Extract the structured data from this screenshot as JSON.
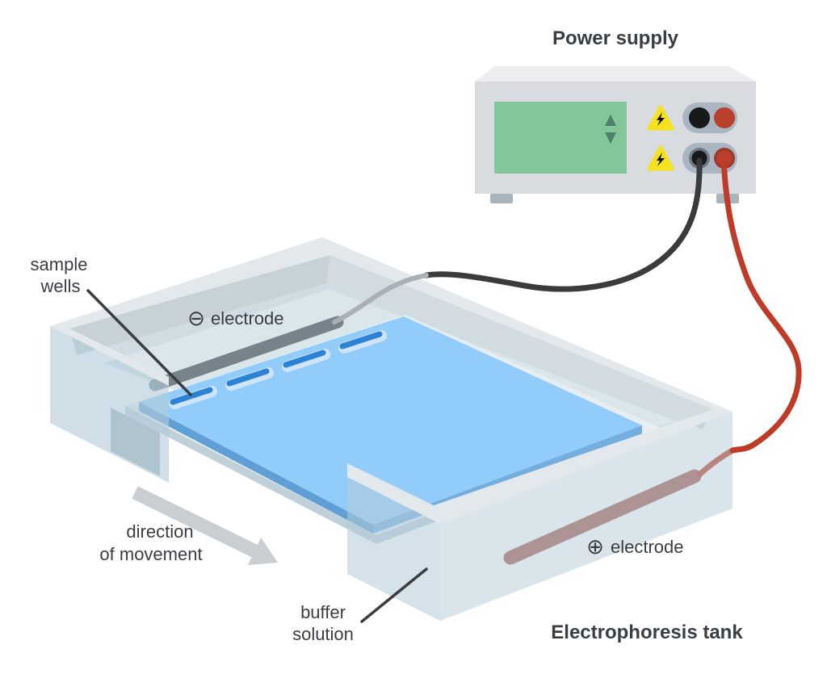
{
  "titles": {
    "power_supply": "Power supply",
    "tank": "Electrophoresis tank"
  },
  "labels": {
    "sample_wells": {
      "line1": "sample",
      "line2": "wells"
    },
    "negative_electrode": {
      "symbol": "⊖",
      "text": "electrode"
    },
    "positive_electrode": {
      "symbol": "⊕",
      "text": "electrode"
    },
    "direction": {
      "line1": "direction",
      "line2": "of movement"
    },
    "buffer": {
      "line1": "buffer",
      "line2": "solution"
    }
  },
  "power_supply": {
    "display": {
      "type": "green-lcd",
      "up_arrow_icon": "▲",
      "down_arrow_icon": "▼"
    },
    "warning_icon": "⚡ high-voltage",
    "warning_count": 2,
    "jacks": [
      {
        "row": "top",
        "left": "black",
        "right": "red",
        "connected": false
      },
      {
        "row": "bottom",
        "left": "black",
        "right": "red",
        "connected": true
      }
    ]
  },
  "tank": {
    "sample_well_count": 4,
    "electrodes": [
      {
        "polarity": "negative",
        "color_name": "gray",
        "position": "back-left"
      },
      {
        "polarity": "positive",
        "color_name": "red",
        "position": "front-right"
      }
    ],
    "wires": [
      {
        "color_name": "black",
        "from": "black-jack",
        "to": "negative-electrode"
      },
      {
        "color_name": "red",
        "from": "red-jack",
        "to": "positive-electrode"
      }
    ]
  },
  "colors": {
    "background": "#ffffff",
    "label_text": "#3a3e43",
    "ps_body": "#d8dce0",
    "ps_top": "#eceef0",
    "ps_feet": "#a9b3bc",
    "screen_green": "#84c69b",
    "screen_arrow": "#4e8066",
    "warning_yellow": "#f6e11d",
    "jack_plate": "#a9b5c0",
    "jack_ring": "#6f7a85",
    "jack_red_ring": "#9c3b2a",
    "jack_black": "#17191b",
    "jack_red": "#b8402c",
    "wire_black": "#3b3b3b",
    "wire_red": "#c03a28",
    "wire_gray": "#a9b1b6",
    "tank_wall": "#b3cbd8",
    "tank_rim": "#e2e8eb",
    "tank_inner": "#cfdce2",
    "tank_inner_face": "#c7d2d7",
    "tank_inner_face2": "#d2dce0",
    "buffer": "#dae6ea",
    "platform": "#a2b1ba",
    "tray": "#e7eef2",
    "tray_edge": "#bfd0d9",
    "gel": "#92ccfb",
    "gel_edge_left": "#5f9fd6",
    "gel_edge_right": "#74aede",
    "well": "#2c83d5",
    "well_halo": "#cfe5f7",
    "electrode_neg": "#76838b",
    "electrode_pos": "#a85a50",
    "arrow_gray": "#c9ced3"
  }
}
